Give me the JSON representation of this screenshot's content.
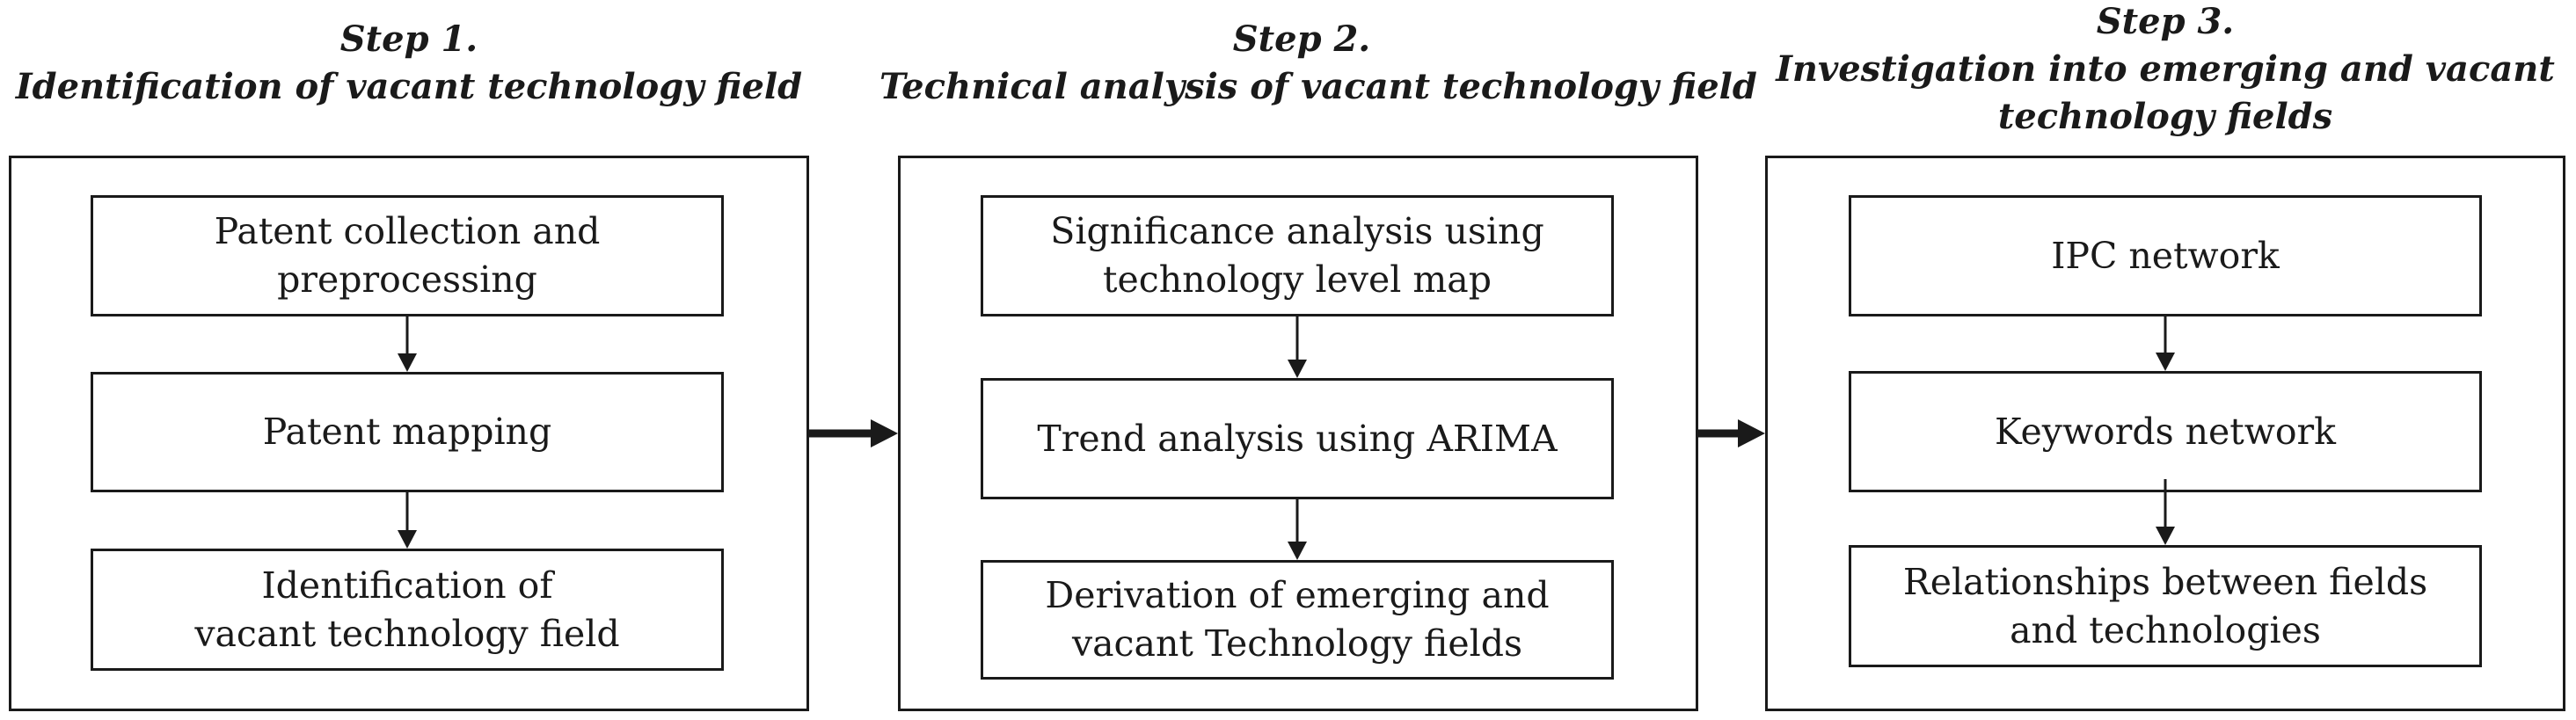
{
  "steps": [
    {
      "heading": "Step 1.",
      "title": "Identification of vacant technology field",
      "boxes": [
        "Patent collection and\npreprocessing",
        "Patent mapping",
        "Identification of\nvacant technology field"
      ]
    },
    {
      "heading": "Step 2.",
      "title": "Technical analysis of vacant technology field",
      "boxes": [
        "Significance analysis using\ntechnology level map",
        "Trend analysis using ARIMA",
        "Derivation of  emerging and\nvacant Technology fields"
      ]
    },
    {
      "heading": "Step 3.",
      "title": "Investigation into emerging and vacant\ntechnology fields",
      "boxes": [
        "IPC network",
        "Keywords network",
        "Relationships between fields\nand technologies"
      ]
    }
  ],
  "colors": {
    "line": "#1a1a1a",
    "background": "#ffffff"
  }
}
